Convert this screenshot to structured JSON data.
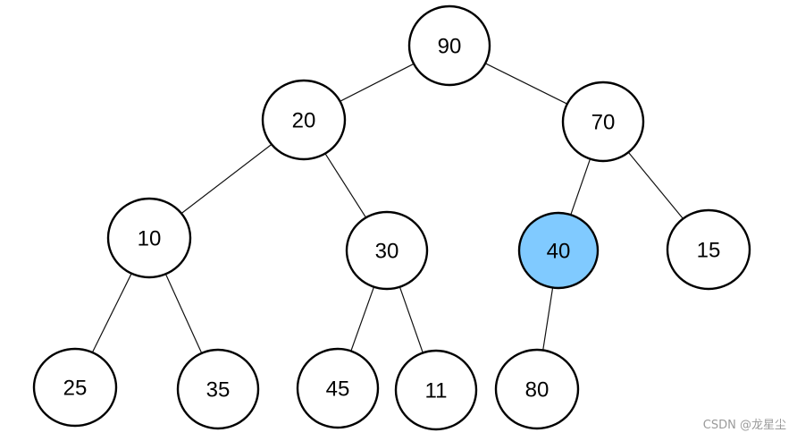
{
  "tree": {
    "nodes": [
      {
        "id": "n90",
        "label": "90",
        "highlighted": false
      },
      {
        "id": "n20",
        "label": "20",
        "highlighted": false
      },
      {
        "id": "n70",
        "label": "70",
        "highlighted": false
      },
      {
        "id": "n10",
        "label": "10",
        "highlighted": false
      },
      {
        "id": "n30",
        "label": "30",
        "highlighted": false
      },
      {
        "id": "n40",
        "label": "40",
        "highlighted": true
      },
      {
        "id": "n15",
        "label": "15",
        "highlighted": false
      },
      {
        "id": "n25",
        "label": "25",
        "highlighted": false
      },
      {
        "id": "n35",
        "label": "35",
        "highlighted": false
      },
      {
        "id": "n45",
        "label": "45",
        "highlighted": false
      },
      {
        "id": "n11",
        "label": "11",
        "highlighted": false
      },
      {
        "id": "n80",
        "label": "80",
        "highlighted": false
      }
    ],
    "edges": [
      [
        "n90",
        "n20"
      ],
      [
        "n90",
        "n70"
      ],
      [
        "n20",
        "n10"
      ],
      [
        "n20",
        "n30"
      ],
      [
        "n70",
        "n40"
      ],
      [
        "n70",
        "n15"
      ],
      [
        "n10",
        "n25"
      ],
      [
        "n10",
        "n35"
      ],
      [
        "n30",
        "n45"
      ],
      [
        "n30",
        "n11"
      ],
      [
        "n40",
        "n80"
      ]
    ],
    "colors": {
      "node_fill": "#ffffff",
      "highlight_fill": "#80caff",
      "stroke": "#000000"
    }
  },
  "watermark": "CSDN @龙星尘"
}
